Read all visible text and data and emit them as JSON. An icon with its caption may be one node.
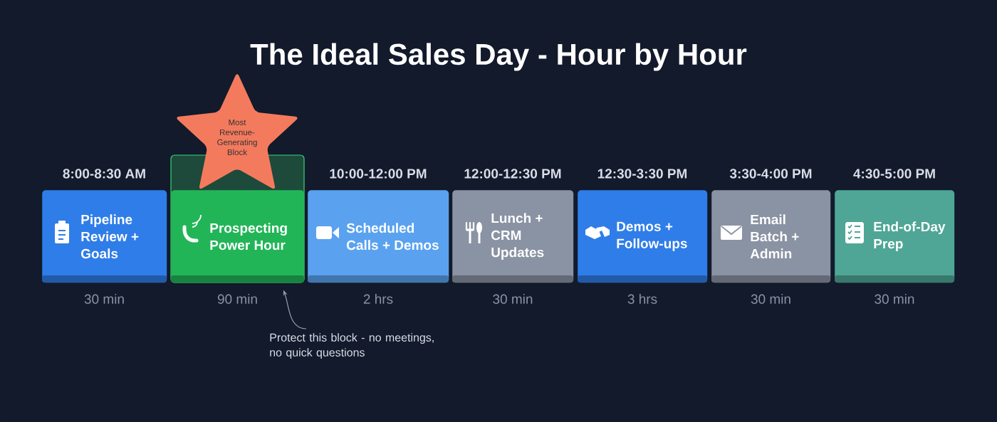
{
  "diagram": {
    "title": "The Ideal Sales Day - Hour by Hour",
    "nodes": [
      {
        "text": [
          "Pipeline Review + Goals"
        ],
        "beside": [
          "8:00-8:30 AM",
          "30 min"
        ]
      },
      {
        "text": [
          "Prospecting Power Hour"
        ],
        "beside": [
          "90 min"
        ]
      },
      {
        "text": [
          "Scheduled Calls + Demos"
        ],
        "beside": [
          "10:00-12:00 PM",
          "2 hrs"
        ]
      },
      {
        "text": [
          "Lunch + CRM Updates"
        ],
        "beside": [
          "12:00-12:30 PM",
          "30 min"
        ]
      },
      {
        "text": [
          "Demos + Follow-ups"
        ],
        "beside": [
          "12:30-3:30 PM",
          "3 hrs"
        ]
      },
      {
        "text": [
          "Email Batch + Admin"
        ],
        "beside": [
          "3:30-4:00 PM",
          "30 min"
        ]
      },
      {
        "text": [
          "End-of-Day Prep"
        ],
        "beside": [
          "4:30-5:00 PM",
          "30 min"
        ]
      },
      {
        "text": [
          "Most Revenue-Generating Block"
        ]
      },
      {
        "text": [
          "Protect this block - no meetings, no quick questions"
        ]
      }
    ],
    "edges": [
      {
        "from": 8,
        "to": 1,
        "arrow": "to"
      }
    ]
  }
}
